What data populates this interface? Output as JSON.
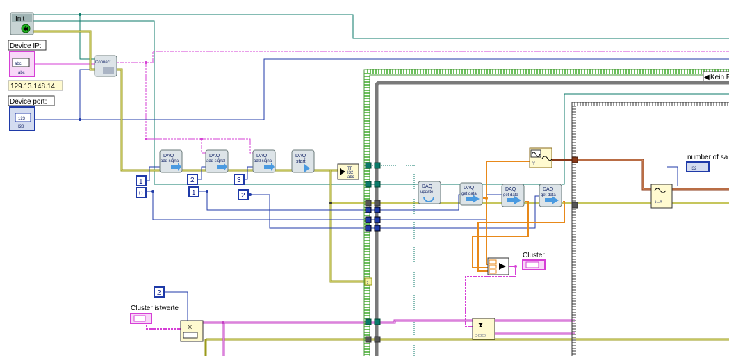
{
  "controls": {
    "init_label": "Init",
    "device_ip_label": "Device IP:",
    "device_ip_value": "129.13.148.14",
    "device_port_label": "Device port:",
    "port_indicator": "123",
    "string_indicator": "abc",
    "cluster_istwerte_label": "Cluster istwerte",
    "cluster_label": "Cluster",
    "number_of_samples_label": "number of sa",
    "i32_label": "I32",
    "kein_label": "Kein F"
  },
  "subvis": {
    "connect": "Connect",
    "add_signal_top": "DAQ",
    "add_signal_bottom": "add signal",
    "start_top": "DAQ",
    "start_bottom": "start",
    "update_top": "DAQ",
    "update_bottom": "update",
    "get_data_top": "DAQ",
    "get_data_bottom": "get data"
  },
  "constants": {
    "c1": "1",
    "c0": "0",
    "c2a": "2",
    "c1b": "1",
    "c3": "3",
    "c2b": "2",
    "c2c": "2",
    "question": "?"
  },
  "colors": {
    "boolean_wire": "#0b7a6a",
    "string_wire": "#d63fd6",
    "numeric_wire": "#1f3aa8",
    "error_wire": "#9a9a1a",
    "orange_wire": "#e8891a",
    "brown_wire": "#8a3a1a",
    "case_border": "#5ab04a"
  }
}
